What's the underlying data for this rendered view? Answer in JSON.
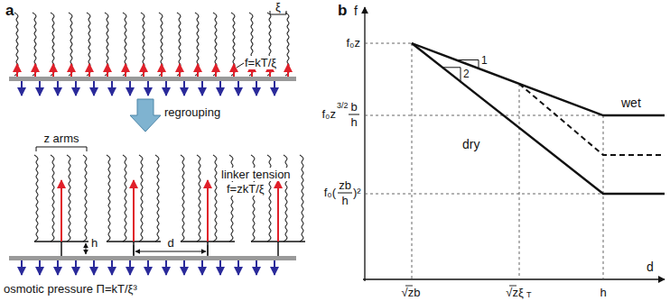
{
  "diagram": {
    "labels": [
      "a",
      "ξ",
      "f=kT/ξ",
      "regrouping",
      "z arms",
      "linker tension",
      "f=zkT/ξ",
      "h",
      "d",
      "osmotic pressure  Π=kT/ξ³",
      "b",
      "f",
      "d",
      "f₀z",
      "f₀z",
      "3/2",
      "b",
      "h",
      "f₀(",
      "zb",
      "h",
      ")²",
      "1",
      "2",
      "wet",
      "dry",
      "√zb",
      "√zξ",
      "T",
      "h"
    ]
  }
}
